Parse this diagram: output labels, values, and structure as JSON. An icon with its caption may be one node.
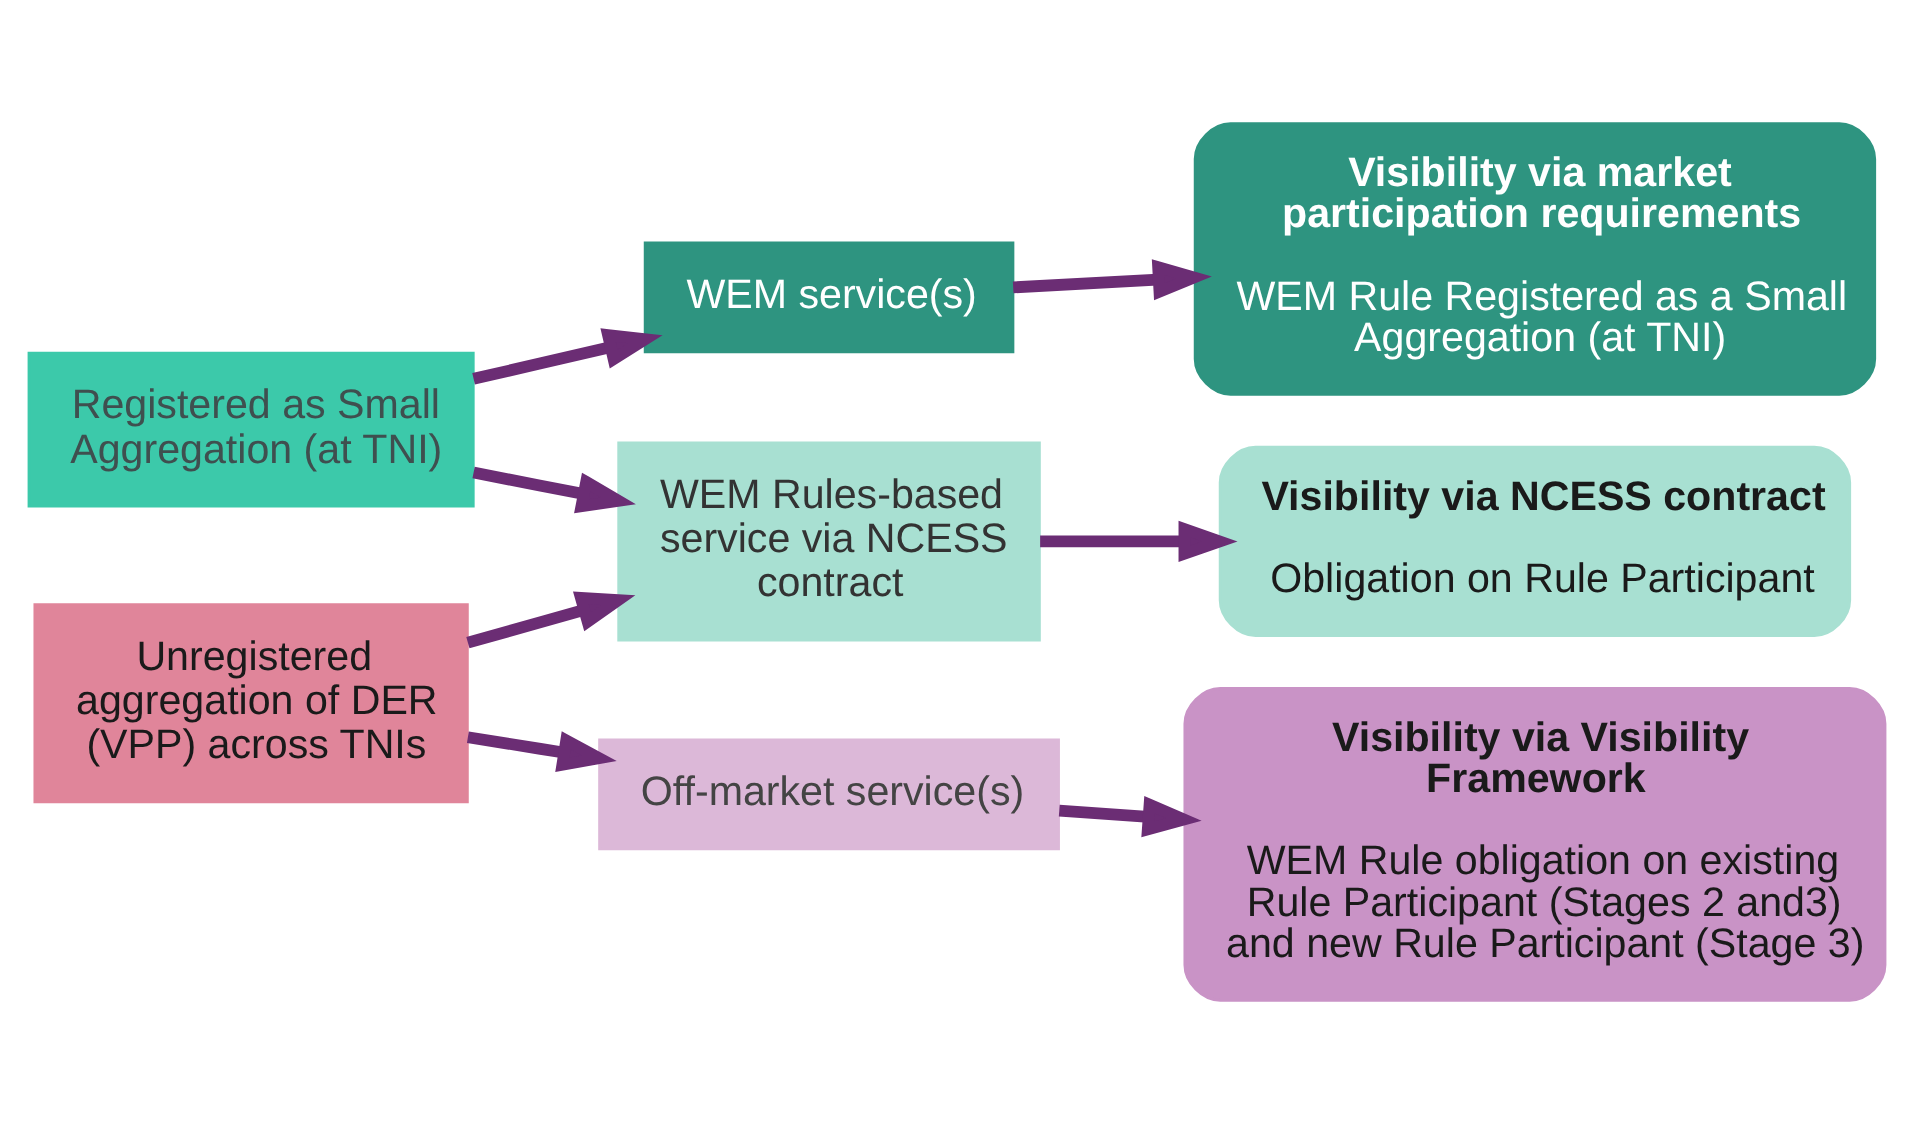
{
  "diagram": {
    "nodes": [
      {
        "text": [
          "Registered as Small Aggregation (at TNI)"
        ]
      },
      {
        "text": [
          "Unregistered aggregation of DER (VPP) across TNIs"
        ]
      },
      {
        "text": [
          "WEM service(s)"
        ]
      },
      {
        "text": [
          "WEM Rules-based service via NCESS contract"
        ]
      },
      {
        "text": [
          "Off-market service(s)"
        ]
      },
      {
        "text": [
          "Visibility via market participation requirements",
          "WEM Rule Registered as a Small Aggregation (at TNI)"
        ]
      },
      {
        "text": [
          "Visibility via NCESS contract",
          "Obligation on Rule Participant"
        ]
      },
      {
        "text": [
          "Visibility via Visibility Framework",
          "WEM Rule obligation on existing Rule Participant (Stages 2 and3) and new Rule Participant (Stage 3)"
        ]
      }
    ],
    "edges": [
      {
        "from": 0,
        "to": 2,
        "arrow": "to"
      },
      {
        "from": 0,
        "to": 3,
        "arrow": "to"
      },
      {
        "from": 1,
        "to": 3,
        "arrow": "to"
      },
      {
        "from": 1,
        "to": 4,
        "arrow": "to"
      },
      {
        "from": 2,
        "to": 5,
        "arrow": "to"
      },
      {
        "from": 3,
        "to": 6,
        "arrow": "to"
      },
      {
        "from": 4,
        "to": 7,
        "arrow": "to"
      }
    ]
  }
}
